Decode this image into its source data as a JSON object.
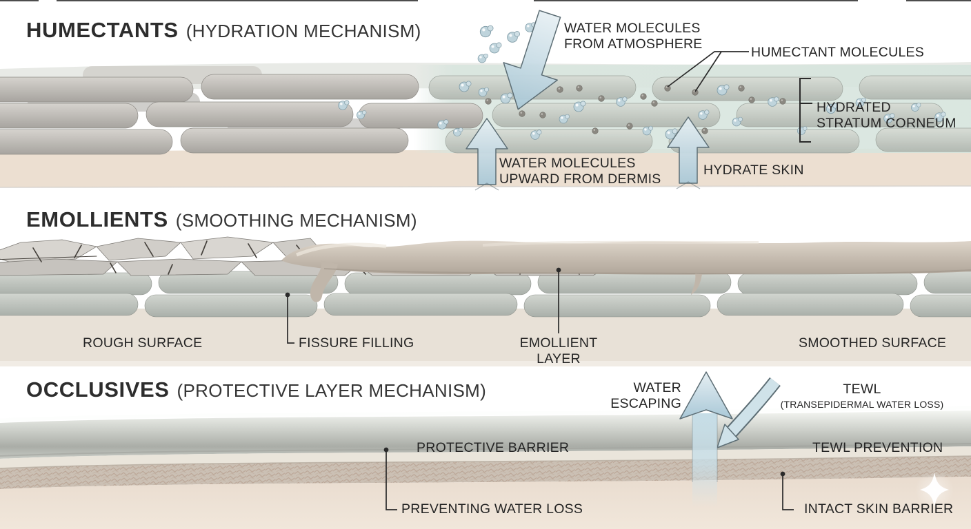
{
  "humectants": {
    "title": "HUMECTANTS",
    "subtitle": "(HYDRATION MECHANISM)",
    "labels": {
      "water_from_atmosphere": "WATER MOLECULES\nFROM ATMOSPHERE",
      "humectant_molecules": "HUMECTANT MOLECULES",
      "hydrated_stratum_corneum": "HYDRATED\nSTRATUM CORNEUM",
      "water_upward_from_dermis": "WATER MOLECULES\nUPWARD FROM DERMIS",
      "hydrate_skin": "HYDRATE SKIN"
    }
  },
  "emollients": {
    "title": "EMOLLIENTS",
    "subtitle": "(SMOOTHING MECHANISM)",
    "labels": {
      "rough_surface": "ROUGH SURFACE",
      "fissure_filling": "FISSURE FILLING",
      "emollient_layer": "EMOLLIENT LAYER",
      "smoothed_surface": "SMOOTHED SURFACE"
    }
  },
  "occlusives": {
    "title": "OCCLUSIVES",
    "subtitle": "(PROTECTIVE LAYER MECHANISM)",
    "labels": {
      "water_escaping": "WATER\nESCAPING",
      "tewl": "TEWL",
      "tewl_full": "(TRANSEPIDERMAL WATER LOSS)",
      "protective_barrier": "PROTECTIVE BARRIER",
      "tewl_prevention": "TEWL PREVENTION",
      "preventing_water_loss": "PREVENTING WATER LOSS",
      "intact_skin_barrier": "INTACT SKIN BARRIER"
    }
  },
  "colors": {
    "label_text": "#242424",
    "arrow_fill": "#bdd3dd",
    "arrow_outline": "#5d6e75",
    "dermis": "#ecdfd2",
    "corneocyte_gray": "#b9b6b1",
    "hydrated_tint": "#d8e5de",
    "emollient": "#c6bcb0",
    "occlusive_film": "#c3c6c0",
    "water_molecule": "#bfd4dc",
    "humectant_molecule": "#8b8881"
  }
}
